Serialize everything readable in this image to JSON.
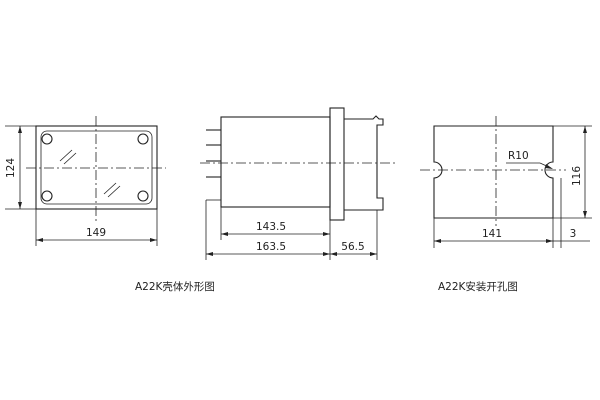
{
  "shell_view": {
    "caption": "A22K壳体外形图",
    "dim_height": "124",
    "dim_width": "149"
  },
  "side_view": {
    "dim_body": "143.5",
    "dim_total": "163.5",
    "dim_terminal": "56.5"
  },
  "cutout_view": {
    "caption": "A22K安装开孔图",
    "dim_radius": "R10",
    "dim_width": "141",
    "dim_height": "116",
    "dim_gap": "3"
  }
}
